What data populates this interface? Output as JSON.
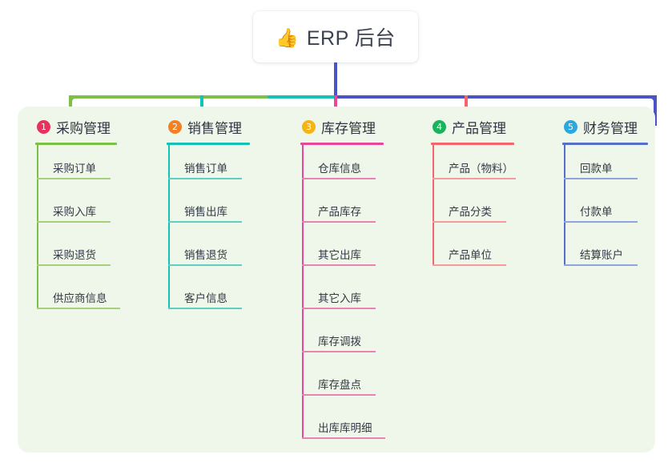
{
  "root": {
    "icon": "thumbs-up-icon",
    "emoji": "👍",
    "title": "ERP 后台"
  },
  "colors": {
    "panel_bg": "#eff7ea",
    "page_bg": "#ffffff",
    "title_text": "#3c4250",
    "connector_green": "#7cc04a",
    "connector_teal": "#13c2b2",
    "connector_indigo": "#4b54c4",
    "connector_pink": "#e8469a",
    "connector_red": "#f4666b"
  },
  "columns": [
    {
      "number": "1",
      "title": "采购管理",
      "badge_color": "#e8315c",
      "line_color": "#7cc04a",
      "rule_color": "#a7cf7e",
      "items": [
        "采购订单",
        "采购入库",
        "采购退货",
        "供应商信息"
      ]
    },
    {
      "number": "2",
      "title": "销售管理",
      "badge_color": "#f48024",
      "line_color": "#13c2b2",
      "rule_color": "#5fcfc6",
      "items": [
        "销售订单",
        "销售出库",
        "销售退货",
        "客户信息"
      ]
    },
    {
      "number": "3",
      "title": "库存管理",
      "badge_color": "#f5b315",
      "line_color": "#e8469a",
      "rule_color": "#e983b4",
      "items": [
        "仓库信息",
        "产品库存",
        "其它出库",
        "其它入库",
        "库存调拨",
        "库存盘点",
        "出库库明细"
      ]
    },
    {
      "number": "4",
      "title": "产品管理",
      "badge_color": "#19b35c",
      "line_color": "#f4666b",
      "rule_color": "#f59a9d",
      "items": [
        "产品（物料）",
        "产品分类",
        "产品单位"
      ]
    },
    {
      "number": "5",
      "title": "财务管理",
      "badge_color": "#29a9e0",
      "line_color": "#5570c9",
      "rule_color": "#8fa3dd",
      "items": [
        "回款单",
        "付款单",
        "结算账户"
      ]
    }
  ]
}
